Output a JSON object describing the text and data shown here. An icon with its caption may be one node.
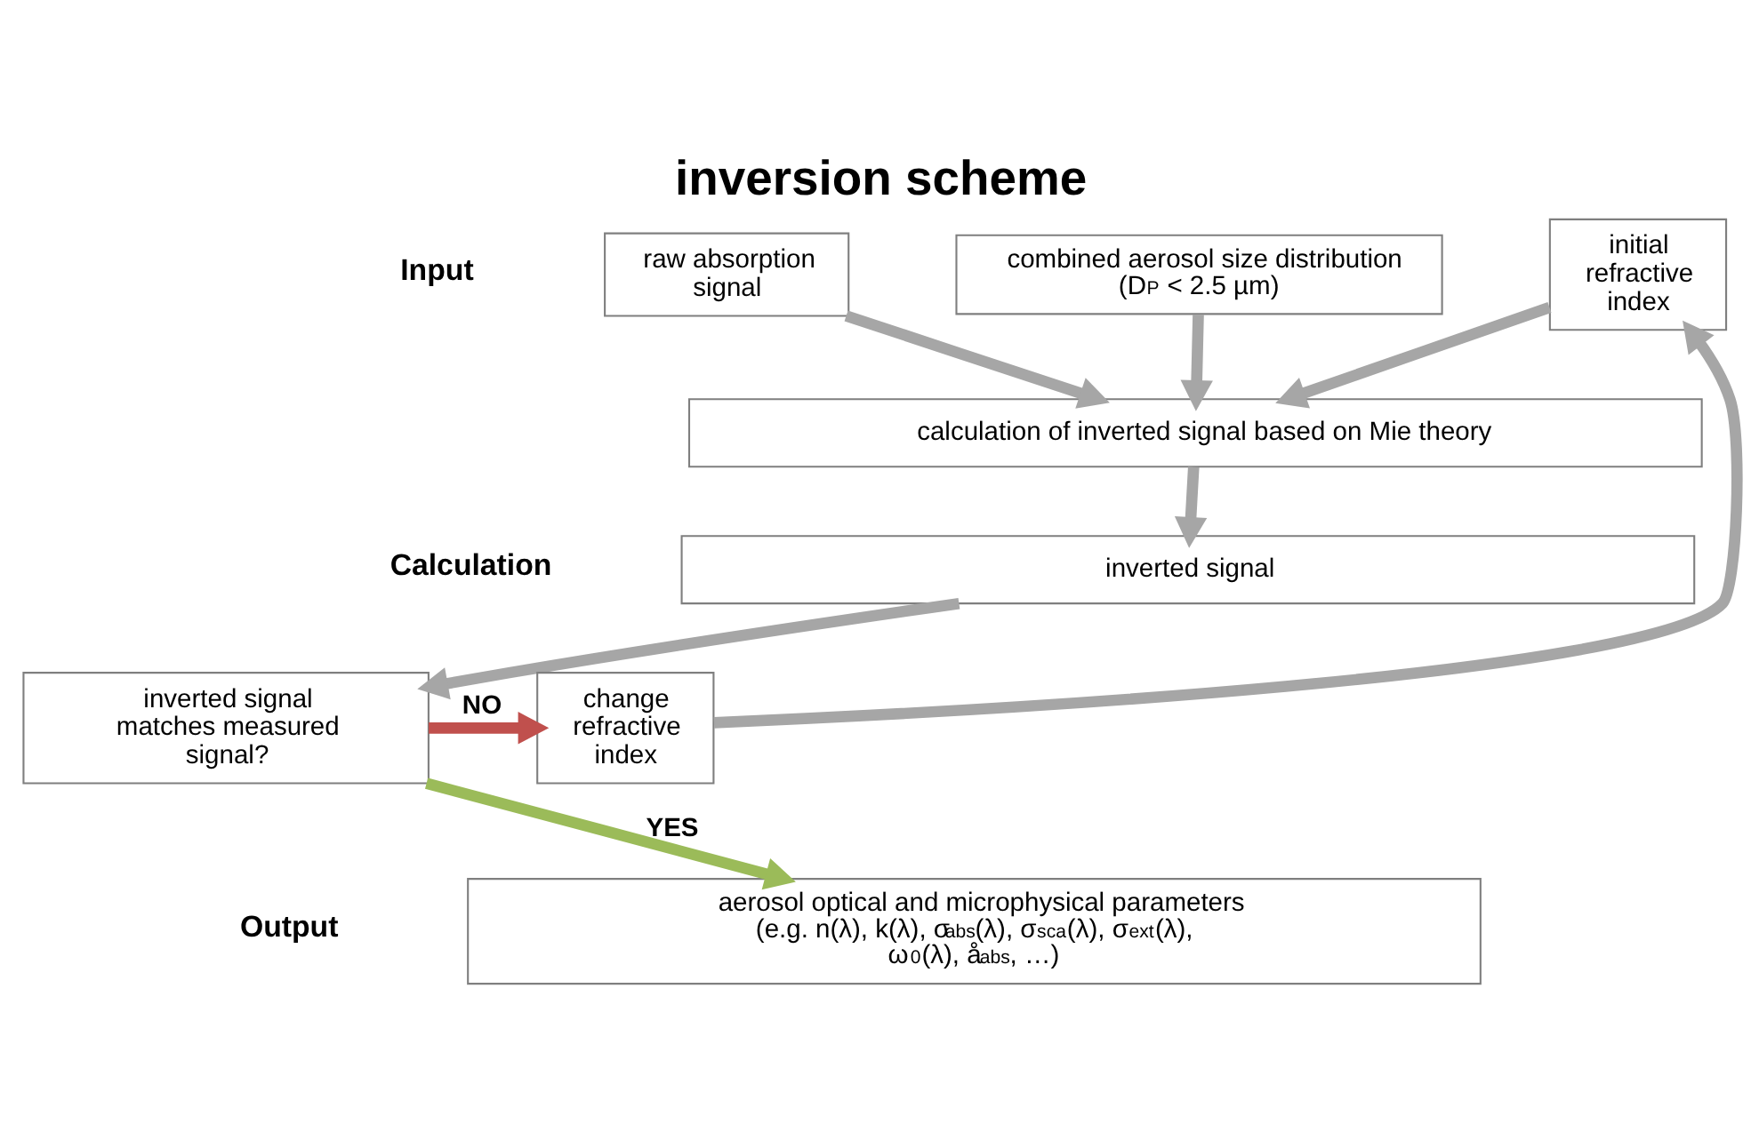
{
  "diagram": {
    "title": "inversion scheme",
    "nodes": [
      {
        "text": [
          "raw absorption signal"
        ]
      },
      {
        "text": [
          "combined aerosol size distribution (D$_{P}$ < 2.5 µm)"
        ]
      },
      {
        "text": [
          "initial refractive index"
        ]
      },
      {
        "text": [
          "calculation of inverted signal based on Mie theory"
        ]
      },
      {
        "text": [
          "inverted signal"
        ]
      },
      {
        "text": [
          "inverted signal matches measured signal?"
        ]
      },
      {
        "text": [
          "change refractive index"
        ]
      },
      {
        "text": [
          "aerosol optical and microphysical parameters (e.g. n(λ), k(λ), σ$_{abs}$(λ), σ$_{sca}$(λ), σ$_{ext}$(λ), ω$_{0}$(λ), å$_{abs}$, …)"
        ]
      }
    ],
    "edges": [
      {
        "from": 0,
        "to": 3,
        "arrow": "to"
      },
      {
        "from": 1,
        "to": 3,
        "arrow": "to"
      },
      {
        "from": 2,
        "to": 3,
        "arrow": "to"
      },
      {
        "from": 3,
        "to": 4,
        "arrow": "to"
      },
      {
        "from": 4,
        "to": 5,
        "arrow": "to"
      },
      {
        "from": 5,
        "to": 6,
        "arrow": "to",
        "label": "NO",
        "color": "#c0504d"
      },
      {
        "from": 6,
        "to": 2,
        "arrow": "to"
      },
      {
        "from": 5,
        "to": 7,
        "arrow": "to",
        "label": "YES",
        "color": "#9bbb59"
      }
    ],
    "labels": [
      "Input",
      "Calculation",
      "Output"
    ]
  }
}
